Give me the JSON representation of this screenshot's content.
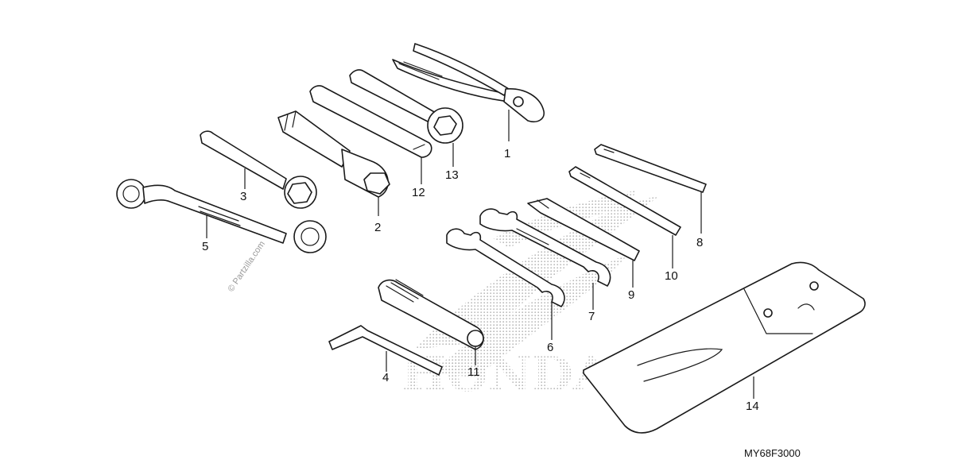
{
  "diagram": {
    "watermark": "© Partzilla.com",
    "brand_mark": "HONDA",
    "drawing_code": "MY68F3000",
    "parts": [
      {
        "ref": "1",
        "icon": "pliers-icon"
      },
      {
        "ref": "2",
        "icon": "spark-plug-socket-icon"
      },
      {
        "ref": "3",
        "icon": "box-wrench-icon"
      },
      {
        "ref": "4",
        "icon": "hex-key-icon"
      },
      {
        "ref": "5",
        "icon": "offset-ring-wrench-icon"
      },
      {
        "ref": "6",
        "icon": "open-end-wrench-icon"
      },
      {
        "ref": "7",
        "icon": "open-end-wrench-icon"
      },
      {
        "ref": "8",
        "icon": "screwdriver-bit-icon"
      },
      {
        "ref": "9",
        "icon": "screwdriver-icon"
      },
      {
        "ref": "10",
        "icon": "screwdriver-bit-icon"
      },
      {
        "ref": "11",
        "icon": "socket-handle-icon"
      },
      {
        "ref": "12",
        "icon": "extension-bar-icon"
      },
      {
        "ref": "13",
        "icon": "ring-spanner-icon"
      },
      {
        "ref": "14",
        "icon": "tool-bag-icon"
      }
    ]
  }
}
